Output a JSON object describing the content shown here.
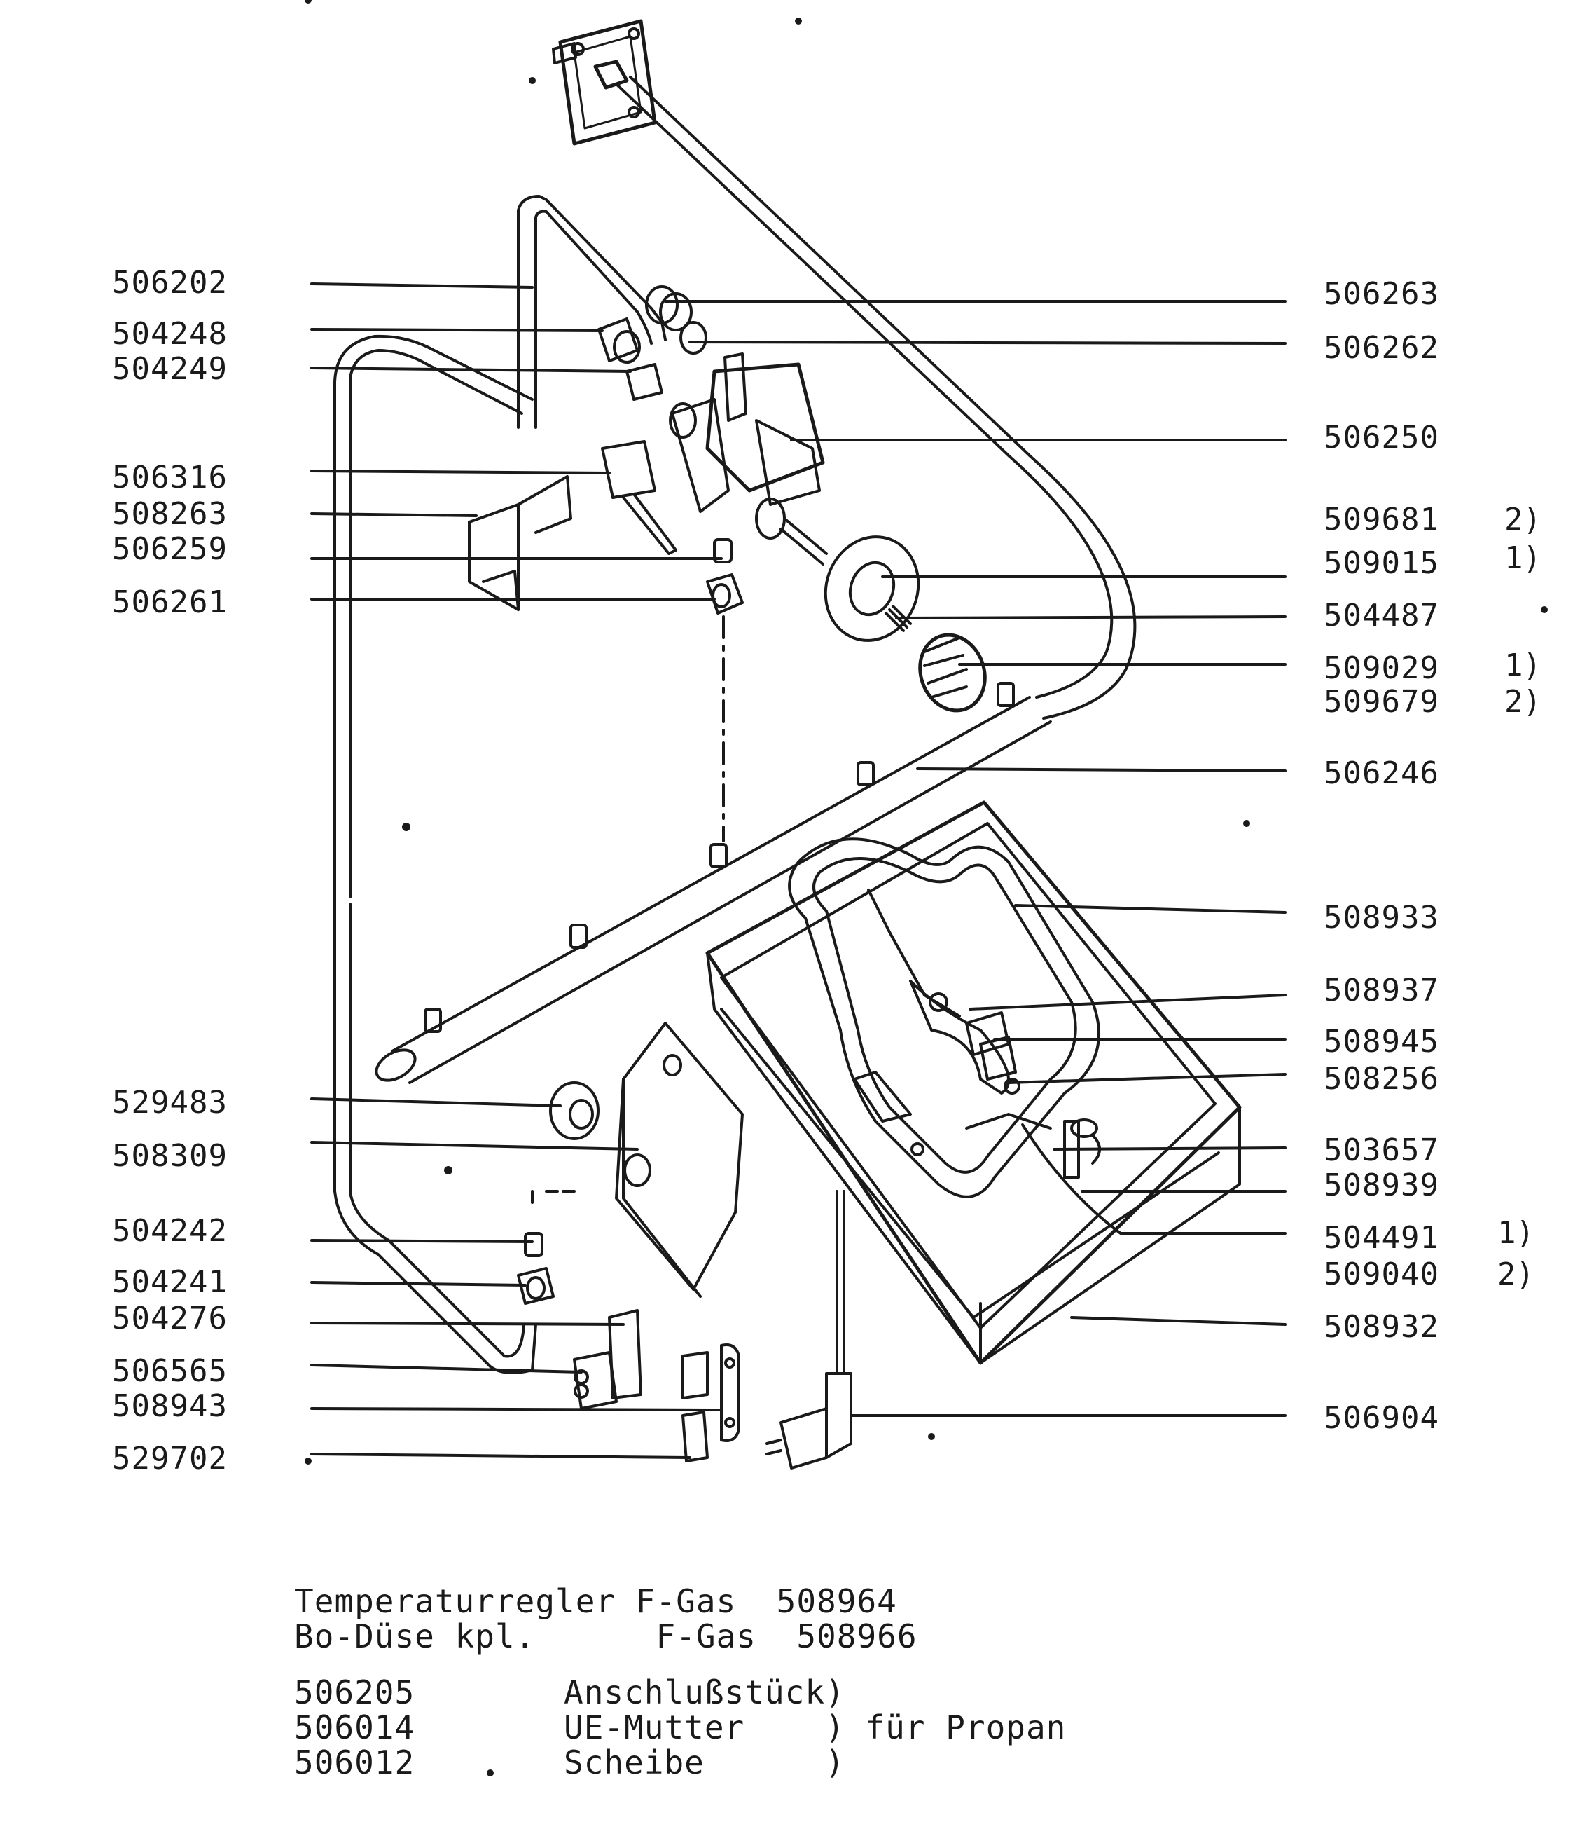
{
  "left_labels": [
    {
      "code": "506202"
    },
    {
      "code": "504248"
    },
    {
      "code": "504249"
    },
    {
      "code": "506316"
    },
    {
      "code": "508263"
    },
    {
      "code": "506259"
    },
    {
      "code": "506261"
    },
    {
      "code": "529483"
    },
    {
      "code": "508309"
    },
    {
      "code": "504242"
    },
    {
      "code": "504241"
    },
    {
      "code": "504276"
    },
    {
      "code": "506565"
    },
    {
      "code": "508943"
    },
    {
      "code": "529702"
    }
  ],
  "right_labels": [
    {
      "code": "506263",
      "note": ""
    },
    {
      "code": "506262",
      "note": ""
    },
    {
      "code": "506250",
      "note": ""
    },
    {
      "code": "509681",
      "note": "2)"
    },
    {
      "code": "509015",
      "note": "1)"
    },
    {
      "code": "504487",
      "note": ""
    },
    {
      "code": "509029",
      "note": "1)"
    },
    {
      "code": "509679",
      "note": "2)"
    },
    {
      "code": "506246",
      "note": ""
    },
    {
      "code": "508933",
      "note": ""
    },
    {
      "code": "508937",
      "note": ""
    },
    {
      "code": "508945",
      "note": ""
    },
    {
      "code": "508256",
      "note": ""
    },
    {
      "code": "503657",
      "note": ""
    },
    {
      "code": "508939",
      "note": ""
    },
    {
      "code": "504491",
      "note": "1)"
    },
    {
      "code": "509040",
      "note": "2)"
    },
    {
      "code": "508932",
      "note": ""
    },
    {
      "code": "506904",
      "note": ""
    }
  ],
  "footer": {
    "line1": "Temperaturregler F-Gas  508964",
    "line2": "Bo-Düse kpl.      F-Gas  508966",
    "parts": [
      {
        "code": "506205",
        "desc": "Anschlußstück)"
      },
      {
        "code": "506014",
        "desc": "UE-Mutter    ) für Propan"
      },
      {
        "code": "506012",
        "desc": "Scheibe      )"
      }
    ]
  },
  "colors": {
    "ink": "#1a1a1a",
    "paper": "#ffffff"
  }
}
